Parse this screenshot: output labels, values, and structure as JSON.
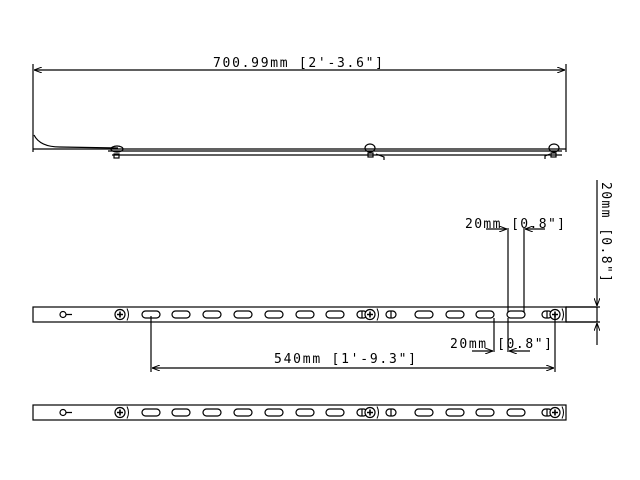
{
  "drawing": {
    "top_view": {
      "overall_length_label": "700.99mm [2'-3.6\"]"
    },
    "front_view": {
      "hole_spacing_label": "540mm [1'-9.3\"]",
      "slot_length_top_label": "20mm [0.8\"]",
      "slot_length_bottom_label": "20mm [0.8\"]",
      "bar_height_label": "20mm [0.8\"]"
    }
  },
  "colors": {
    "line": "#000000",
    "background": "#ffffff"
  }
}
